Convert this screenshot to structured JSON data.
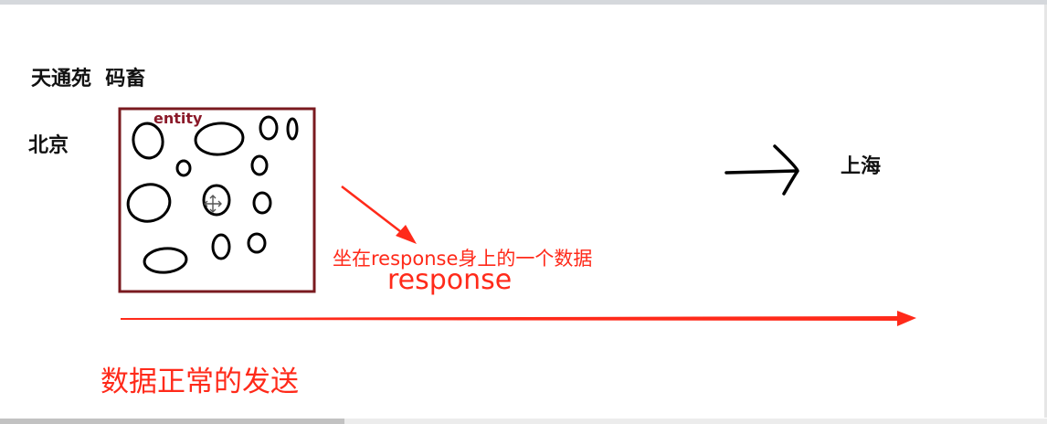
{
  "labels": {
    "top_left": "天通苑  码畜",
    "left_city": "北京",
    "right_city": "上海",
    "entity": "entity",
    "annotation": "坐在response身上的一个数据",
    "response": "response",
    "bottom": "数据正常的发送"
  },
  "colors": {
    "box_border": "#7a1a1f",
    "entity_text": "#8b1a2a",
    "red": "#ff2a1a",
    "ink": "#111111"
  },
  "icons": [
    "move-cursor-icon"
  ]
}
